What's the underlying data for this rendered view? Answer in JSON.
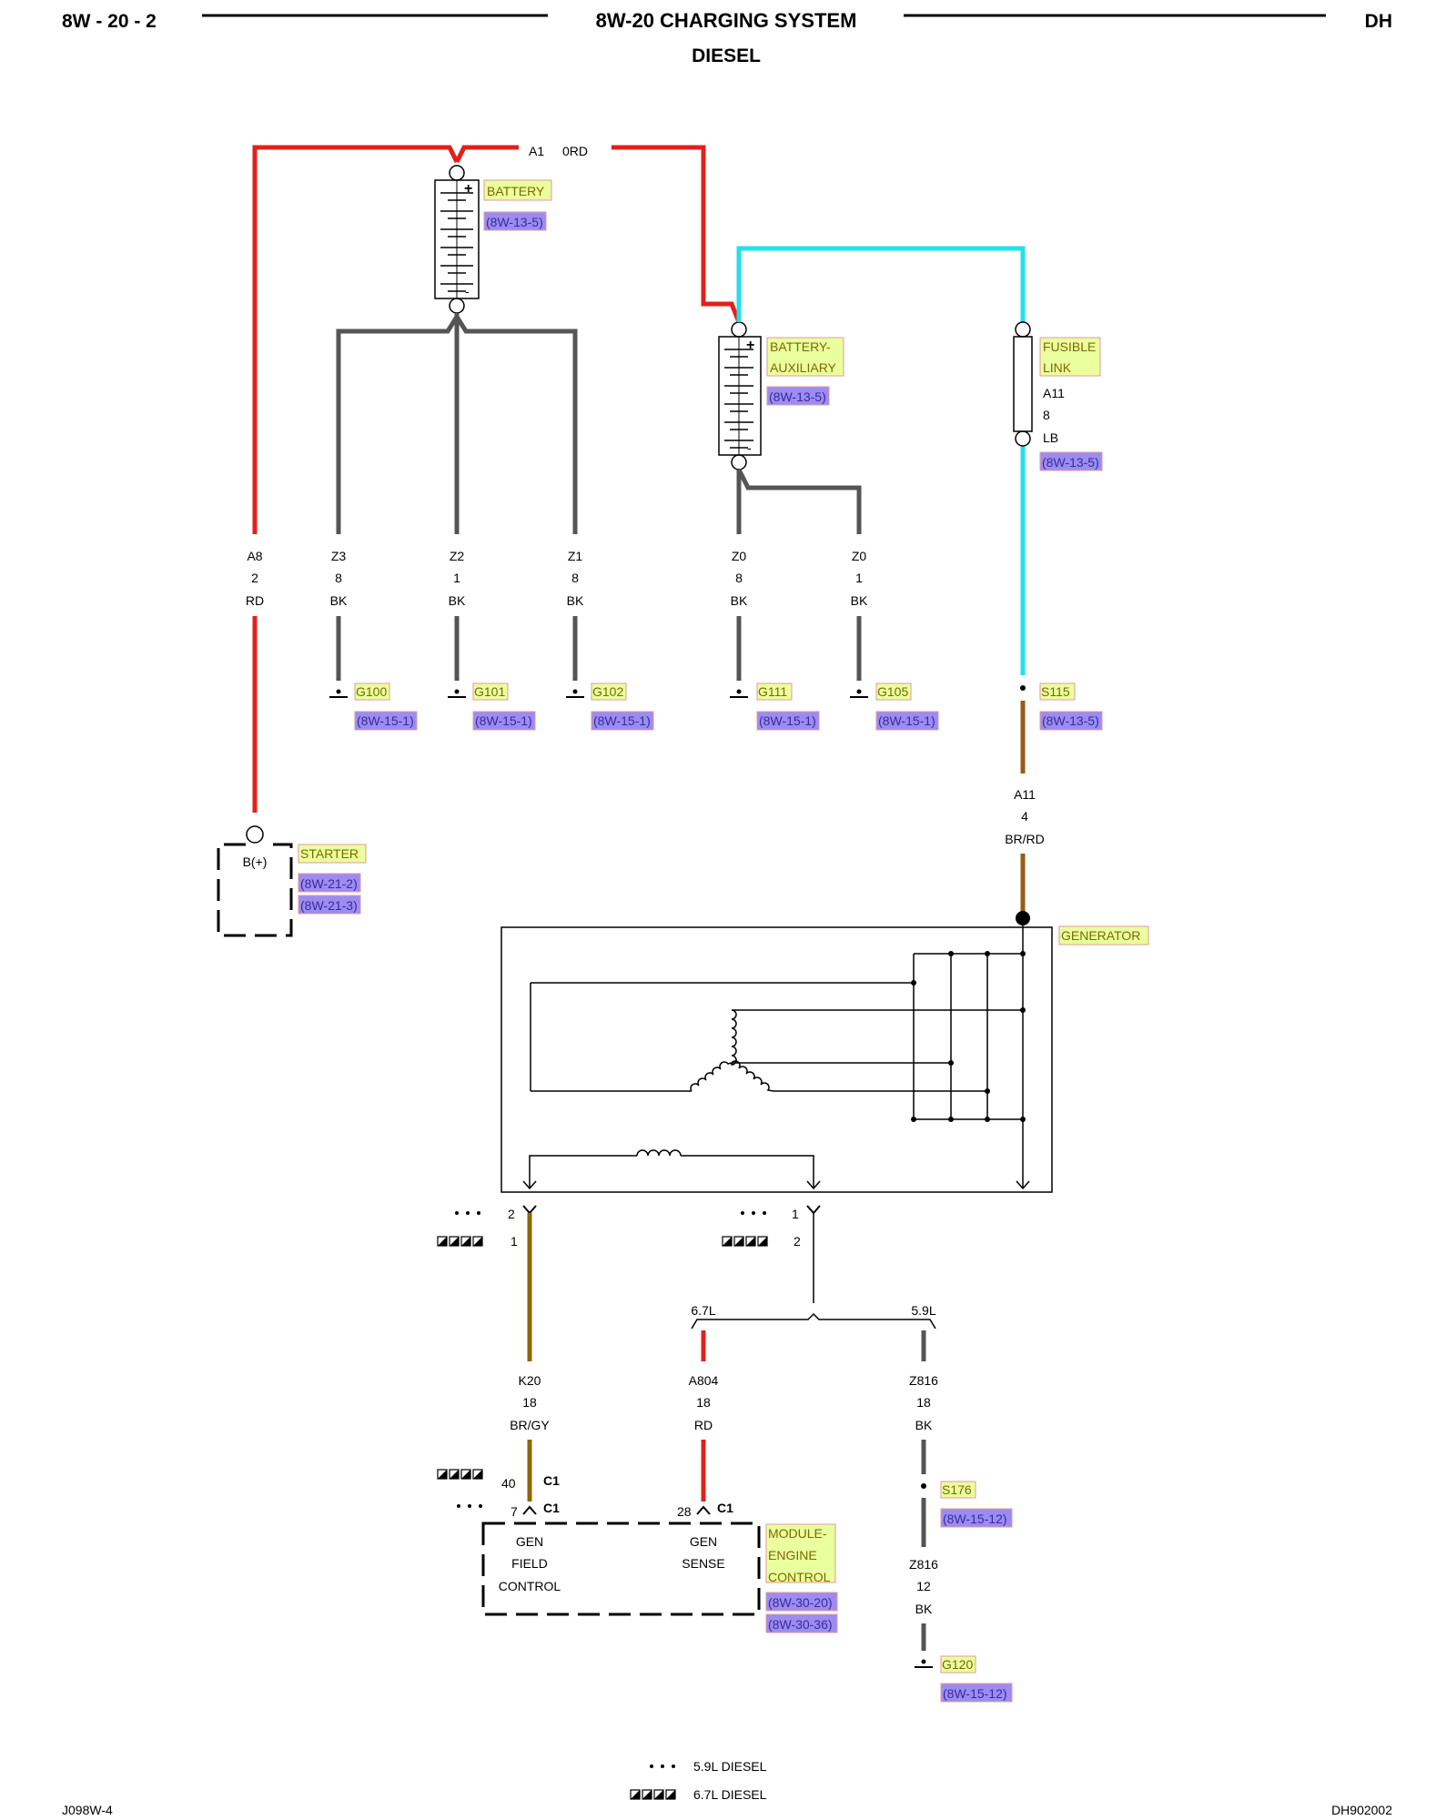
{
  "header": {
    "left": "8W - 20 - 2",
    "title": "8W-20 CHARGING SYSTEM",
    "subtitle": "DIESEL",
    "right": "DH"
  },
  "footer": {
    "left": "J098W-4",
    "right": "DH902002"
  },
  "legend": {
    "dots": "5.9L DIESEL",
    "squares": "6.7L DIESEL"
  },
  "colors": {
    "red": "#e3201b",
    "cyan": "#22e0ec",
    "gray": "#555555",
    "brown": "#9a5a14",
    "olive": "#8a6a00",
    "label_bg": "#eaff9e",
    "ref_bg": "#9b8cf2"
  },
  "components": {
    "battery": {
      "name": "BATTERY",
      "ref": "(8W-13-5)"
    },
    "battery_aux": {
      "name1": "BATTERY-",
      "name2": "AUXILIARY",
      "ref": "(8W-13-5)"
    },
    "fusible_link": {
      "name1": "FUSIBLE",
      "name2": "LINK",
      "ref": "(8W-13-5)"
    },
    "starter": {
      "name": "STARTER",
      "terminal": "B(+)",
      "ref1": "(8W-21-2)",
      "ref2": "(8W-21-3)"
    },
    "generator": {
      "name": "GENERATOR"
    },
    "ecm": {
      "name1": "MODULE-",
      "name2": "ENGINE",
      "name3": "CONTROL",
      "ref1": "(8W-30-20)",
      "ref2": "(8W-30-36)",
      "left1": "GEN",
      "left2": "FIELD",
      "left3": "CONTROL",
      "right1": "GEN",
      "right2": "SENSE"
    }
  },
  "wires": {
    "a1": "A1",
    "a1_color": "0RD",
    "a8": [
      "A8",
      "2",
      "RD"
    ],
    "z3": [
      "Z3",
      "8",
      "BK"
    ],
    "z2": [
      "Z2",
      "1",
      "BK"
    ],
    "z1": [
      "Z1",
      "8",
      "BK"
    ],
    "z0a": [
      "Z0",
      "8",
      "BK"
    ],
    "z0b": [
      "Z0",
      "1",
      "BK"
    ],
    "fl": [
      "A11",
      "8",
      "LB"
    ],
    "a11": [
      "A11",
      "4",
      "BR/RD"
    ],
    "k20": [
      "K20",
      "18",
      "BR/GY"
    ],
    "a804": [
      "A804",
      "18",
      "RD"
    ],
    "z816a": [
      "Z816",
      "18",
      "BK"
    ],
    "z816b": [
      "Z816",
      "12",
      "BK"
    ]
  },
  "grounds": {
    "g100": {
      "name": "G100",
      "ref": "(8W-15-1)"
    },
    "g101": {
      "name": "G101",
      "ref": "(8W-15-1)"
    },
    "g102": {
      "name": "G102",
      "ref": "(8W-15-1)"
    },
    "g111": {
      "name": "G111",
      "ref": "(8W-15-1)"
    },
    "g105": {
      "name": "G105",
      "ref": "(8W-15-1)"
    },
    "g120": {
      "name": "G120",
      "ref": "(8W-15-12)"
    }
  },
  "splices": {
    "s115": {
      "name": "S115",
      "ref": "(8W-13-5)"
    },
    "s176": {
      "name": "S176",
      "ref": "(8W-15-12)"
    }
  },
  "connectors": {
    "gen_left_dot_pin": "2",
    "gen_left_sq_pin": "1",
    "gen_right_dot_pin": "1",
    "gen_right_sq_pin": "2",
    "ecm_sq_pin": "40",
    "ecm_dot_pin": "7",
    "ecm_c1_top": "C1",
    "ecm_c1_bot": "C1",
    "ecm_sense_pin": "28",
    "ecm_sense_c1": "C1"
  },
  "engine_split": {
    "left": "6.7L",
    "right": "5.9L"
  }
}
